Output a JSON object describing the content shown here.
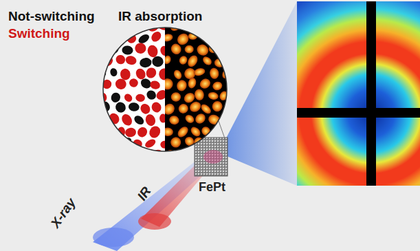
{
  "diagram": {
    "labels": [
      "Not-switching",
      "Switching",
      "IR absorption",
      "X-ray",
      "IR",
      "FePt"
    ]
  }
}
